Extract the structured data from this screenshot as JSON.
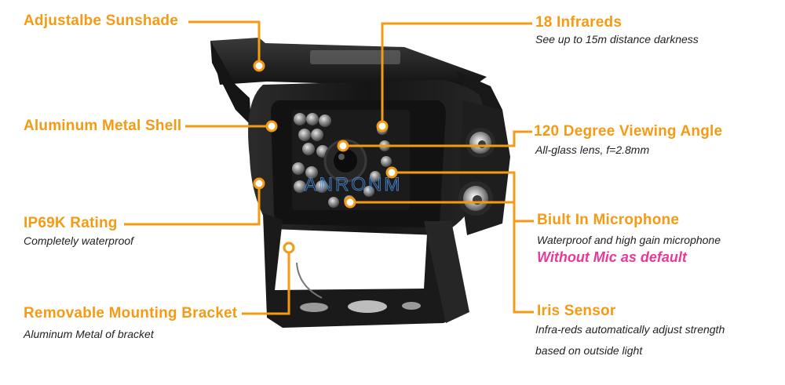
{
  "callouts": {
    "sunshade": {
      "title": "Adjustalbe Sunshade"
    },
    "shell": {
      "title": "Aluminum Metal Shell"
    },
    "rating": {
      "title": "IP69K Rating",
      "sub": "Completely waterproof"
    },
    "bracket": {
      "title": "Removable Mounting Bracket",
      "sub": "Aluminum Metal of bracket"
    },
    "infrared": {
      "title": "18 Infrareds",
      "sub": "See up to 15m distance darkness"
    },
    "viewing": {
      "title": "120 Degree Viewing Angle",
      "sub": "All-glass lens, f=2.8mm"
    },
    "microphone": {
      "title": "Biult In Microphone",
      "sub": "Waterproof and high gain microphone",
      "note": "Without Mic as default"
    },
    "iris": {
      "title": "Iris Sensor",
      "sub1": "Infra-reds automatically adjust strength",
      "sub2": "based on outside light"
    }
  },
  "watermark": "ANRONM",
  "colors": {
    "accent": "#f59a14",
    "highlight": "#e8389a",
    "body": "#1c1c1c"
  }
}
